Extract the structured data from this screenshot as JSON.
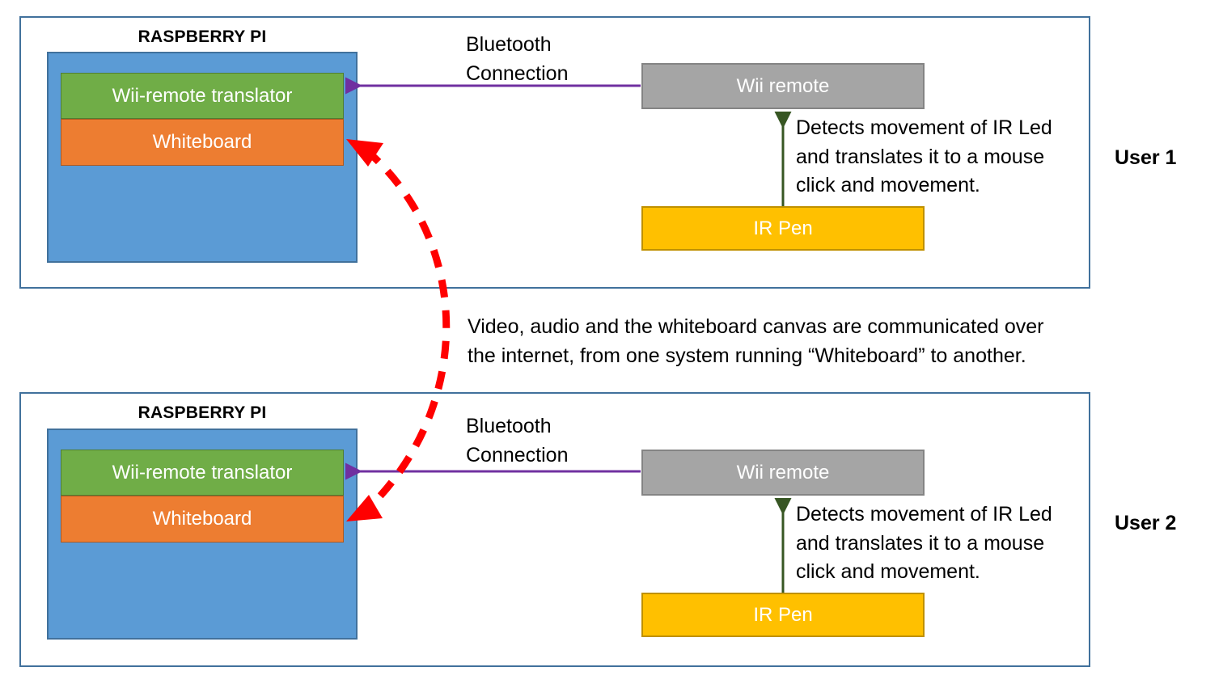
{
  "colors": {
    "frame_border": "#41719C",
    "pi_blue": "#5B9BD5",
    "green": "#70AD47",
    "orange": "#ED7D31",
    "gray": "#A5A5A5",
    "yellow": "#FFC000",
    "bluetooth_arrow_purple": "#7030A0",
    "ir_arrow_green": "#375623",
    "internet_arrow_red": "#FF0000"
  },
  "users": [
    {
      "user_label": "User 1",
      "pi_title": "RASPBERRY PI",
      "blocks": [
        {
          "label": "Wii-remote translator",
          "color": "green"
        },
        {
          "label": "Whiteboard",
          "color": "orange"
        }
      ],
      "bluetooth_label": "Bluetooth\nConnection",
      "wii_remote_label": "Wii remote",
      "ir_pen_label": "IR Pen",
      "detect_note": "Detects movement of IR Led\nand translates it to a mouse\nclick and movement."
    },
    {
      "user_label": "User 2",
      "pi_title": "RASPBERRY PI",
      "blocks": [
        {
          "label": "Wii-remote translator",
          "color": "green"
        },
        {
          "label": "Whiteboard",
          "color": "orange"
        }
      ],
      "bluetooth_label": "Bluetooth\nConnection",
      "wii_remote_label": "Wii remote",
      "ir_pen_label": "IR Pen",
      "detect_note": "Detects movement of IR Led\nand translates it to a mouse\nclick and movement."
    }
  ],
  "center_note": "Video, audio and the whiteboard canvas are communicated over\nthe internet, from one system running “Whiteboard” to another."
}
